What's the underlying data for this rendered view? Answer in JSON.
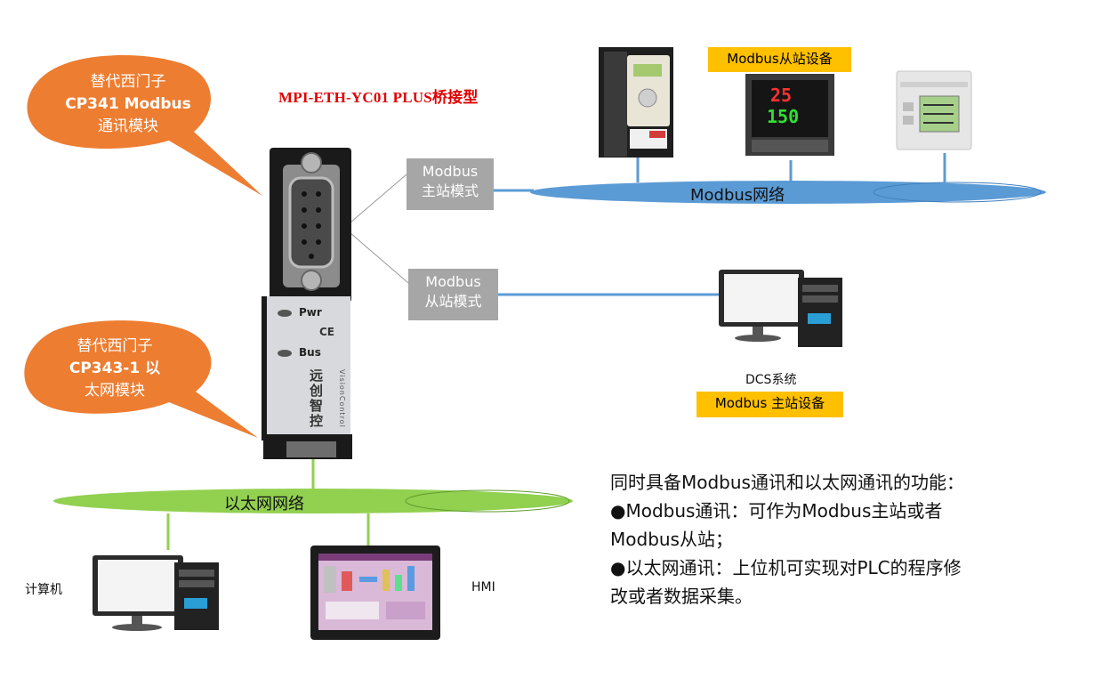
{
  "title": "MPI-ETH-YC01 PLUS桥接型",
  "callouts": {
    "cp341": [
      "替代西门子",
      "CP341 Modbus",
      "通讯模块"
    ],
    "cp343": [
      "替代西门子",
      "CP343-1 以",
      "太网模块"
    ]
  },
  "mode_boxes": {
    "master": [
      "Modbus",
      "主站模式"
    ],
    "slave": [
      "Modbus",
      "从站模式"
    ]
  },
  "device": {
    "pwr_label": "Pwr",
    "bus_label": "Bus",
    "ce_mark": "CE",
    "brand_cn": "远创智控",
    "brand_en": "VisionControl"
  },
  "networks": {
    "modbus": "Modbus网络",
    "ethernet": "以太网网络"
  },
  "yellow_labels": {
    "slave_devices": "Modbus从站设备",
    "master_device": "Modbus 主站设备"
  },
  "temp_controller": {
    "pv": "25",
    "sv": "150"
  },
  "captions": {
    "dcs": "DCS系统",
    "computer": "计算机",
    "hmi": "HMI"
  },
  "description": [
    "同时具备Modbus通讯和以太网通讯的功能：",
    "●Modbus通讯：可作为Modbus主站或者",
    "Modbus从站；",
    "●以太网通讯：上位机可实现对PLC的程序修",
    "改或者数据采集。"
  ],
  "colors": {
    "callout_orange": "#ed7d31",
    "modbus_network_blue": "#5b9bd5",
    "ethernet_network_green": "#92d050",
    "mode_box_gray": "#a6a6a6",
    "label_yellow": "#ffc000",
    "title_red": "#e00000"
  }
}
